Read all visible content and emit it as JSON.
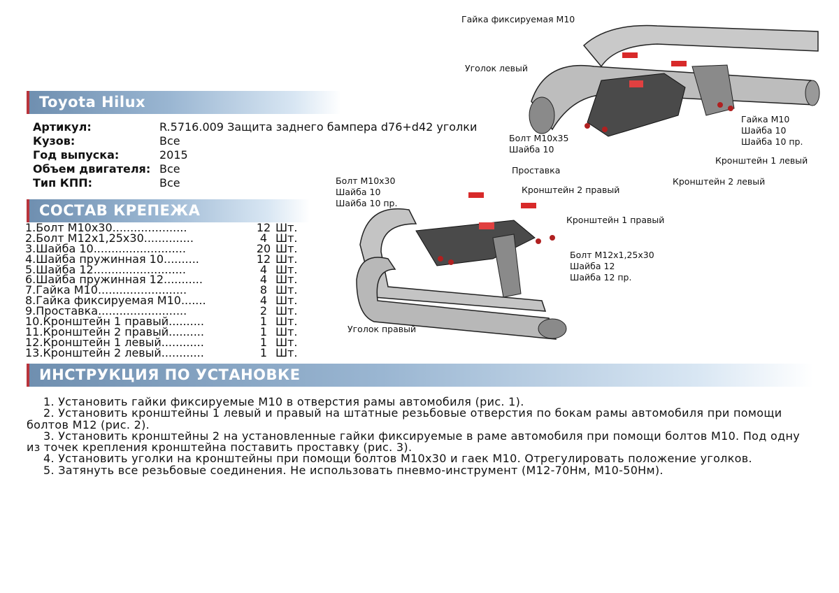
{
  "header": {
    "title": "Toyota Hilux"
  },
  "specs": [
    {
      "label": "Артикул:",
      "value": "R.5716.009 Защита заднего бампера d76+d42 уголки"
    },
    {
      "label": "Кузов:",
      "value": "Все"
    },
    {
      "label": "Год выпуска:",
      "value": "2015"
    },
    {
      "label": "Объем двигателя:",
      "value": "Все"
    },
    {
      "label": "Тип КПП:",
      "value": "Все"
    }
  ],
  "fasteners": {
    "title": "СОСТАВ КРЕПЕЖА",
    "items": [
      {
        "name": "1.Болт М10х30.....................",
        "qty": "12",
        "unit": "Шт."
      },
      {
        "name": "2.Болт М12х1,25х30..............",
        "qty": "4",
        "unit": "Шт."
      },
      {
        "name": "3.Шайба 10..........................",
        "qty": "20",
        "unit": "Шт."
      },
      {
        "name": "4.Шайба пружинная 10..........",
        "qty": "12",
        "unit": "Шт."
      },
      {
        "name": "5.Шайба 12..........................",
        "qty": "4",
        "unit": "Шт."
      },
      {
        "name": "6.Шайба пружинная 12...........",
        "qty": "4",
        "unit": "Шт."
      },
      {
        "name": "7.Гайка М10.........................",
        "qty": "8",
        "unit": "Шт."
      },
      {
        "name": "8.Гайка фиксируемая М10.......",
        "qty": "4",
        "unit": "Шт."
      },
      {
        "name": "9.Проставка.........................",
        "qty": "2",
        "unit": "Шт."
      },
      {
        "name": "10.Кронштейн 1 правый..........",
        "qty": "1",
        "unit": "Шт."
      },
      {
        "name": "11.Кронштейн 2 правый..........",
        "qty": "1",
        "unit": "Шт."
      },
      {
        "name": "12.Кронштейн 1 левый............",
        "qty": "1",
        "unit": "Шт."
      },
      {
        "name": "13.Кронштейн 2 левый............",
        "qty": "1",
        "unit": "Шт."
      }
    ]
  },
  "instructions": {
    "title": "ИНСТРУКЦИЯ ПО УСТАНОВКЕ",
    "steps": [
      "1. Установить гайки фиксируемые М10 в отверстия рамы автомобиля (рис. 1).",
      "2. Установить кронштейны 1 левый и правый на штатные резьбовые отверстия по бокам рамы автомобиля при помощи болтов М12 (рис. 2).",
      "3. Установить кронштейны 2 на установленные гайки фиксируемые в раме автомобиля при помощи болтов М10. Под одну из точек крепления кронштейна поставить проставку (рис. 3).",
      "4. Установить уголки на кронштейны при помощи болтов М10х30 и гаек М10. Отрегулировать положение уголков.",
      "5. Затянуть все резьбовые соединения. Не использовать пневмо-инструмент (М12-70Нм, М10-50Нм)."
    ]
  },
  "diagram_labels": {
    "left_top": "Гайка фиксируемая М10",
    "left_corner": "Уголок левый",
    "left_nut": [
      "Гайка М10",
      "Шайба 10",
      "Шайба 10 пр."
    ],
    "left_bolt": [
      "Болт М10х35",
      "Шайба 10"
    ],
    "left_br1": "Кронштейн 1 левый",
    "left_br2": "Кронштейн 2 левый",
    "right_bolt": [
      "Болт М10х30",
      "Шайба 10",
      "Шайба 10 пр."
    ],
    "right_spacer": "Проставка",
    "right_br2": "Кронштейн 2 правый",
    "right_br1": "Кронштейн 1 правый",
    "right_bolt12": [
      "Болт М12х1,25х30",
      "Шайба 12",
      "Шайба 12 пр."
    ],
    "right_corner": "Уголок правый"
  }
}
